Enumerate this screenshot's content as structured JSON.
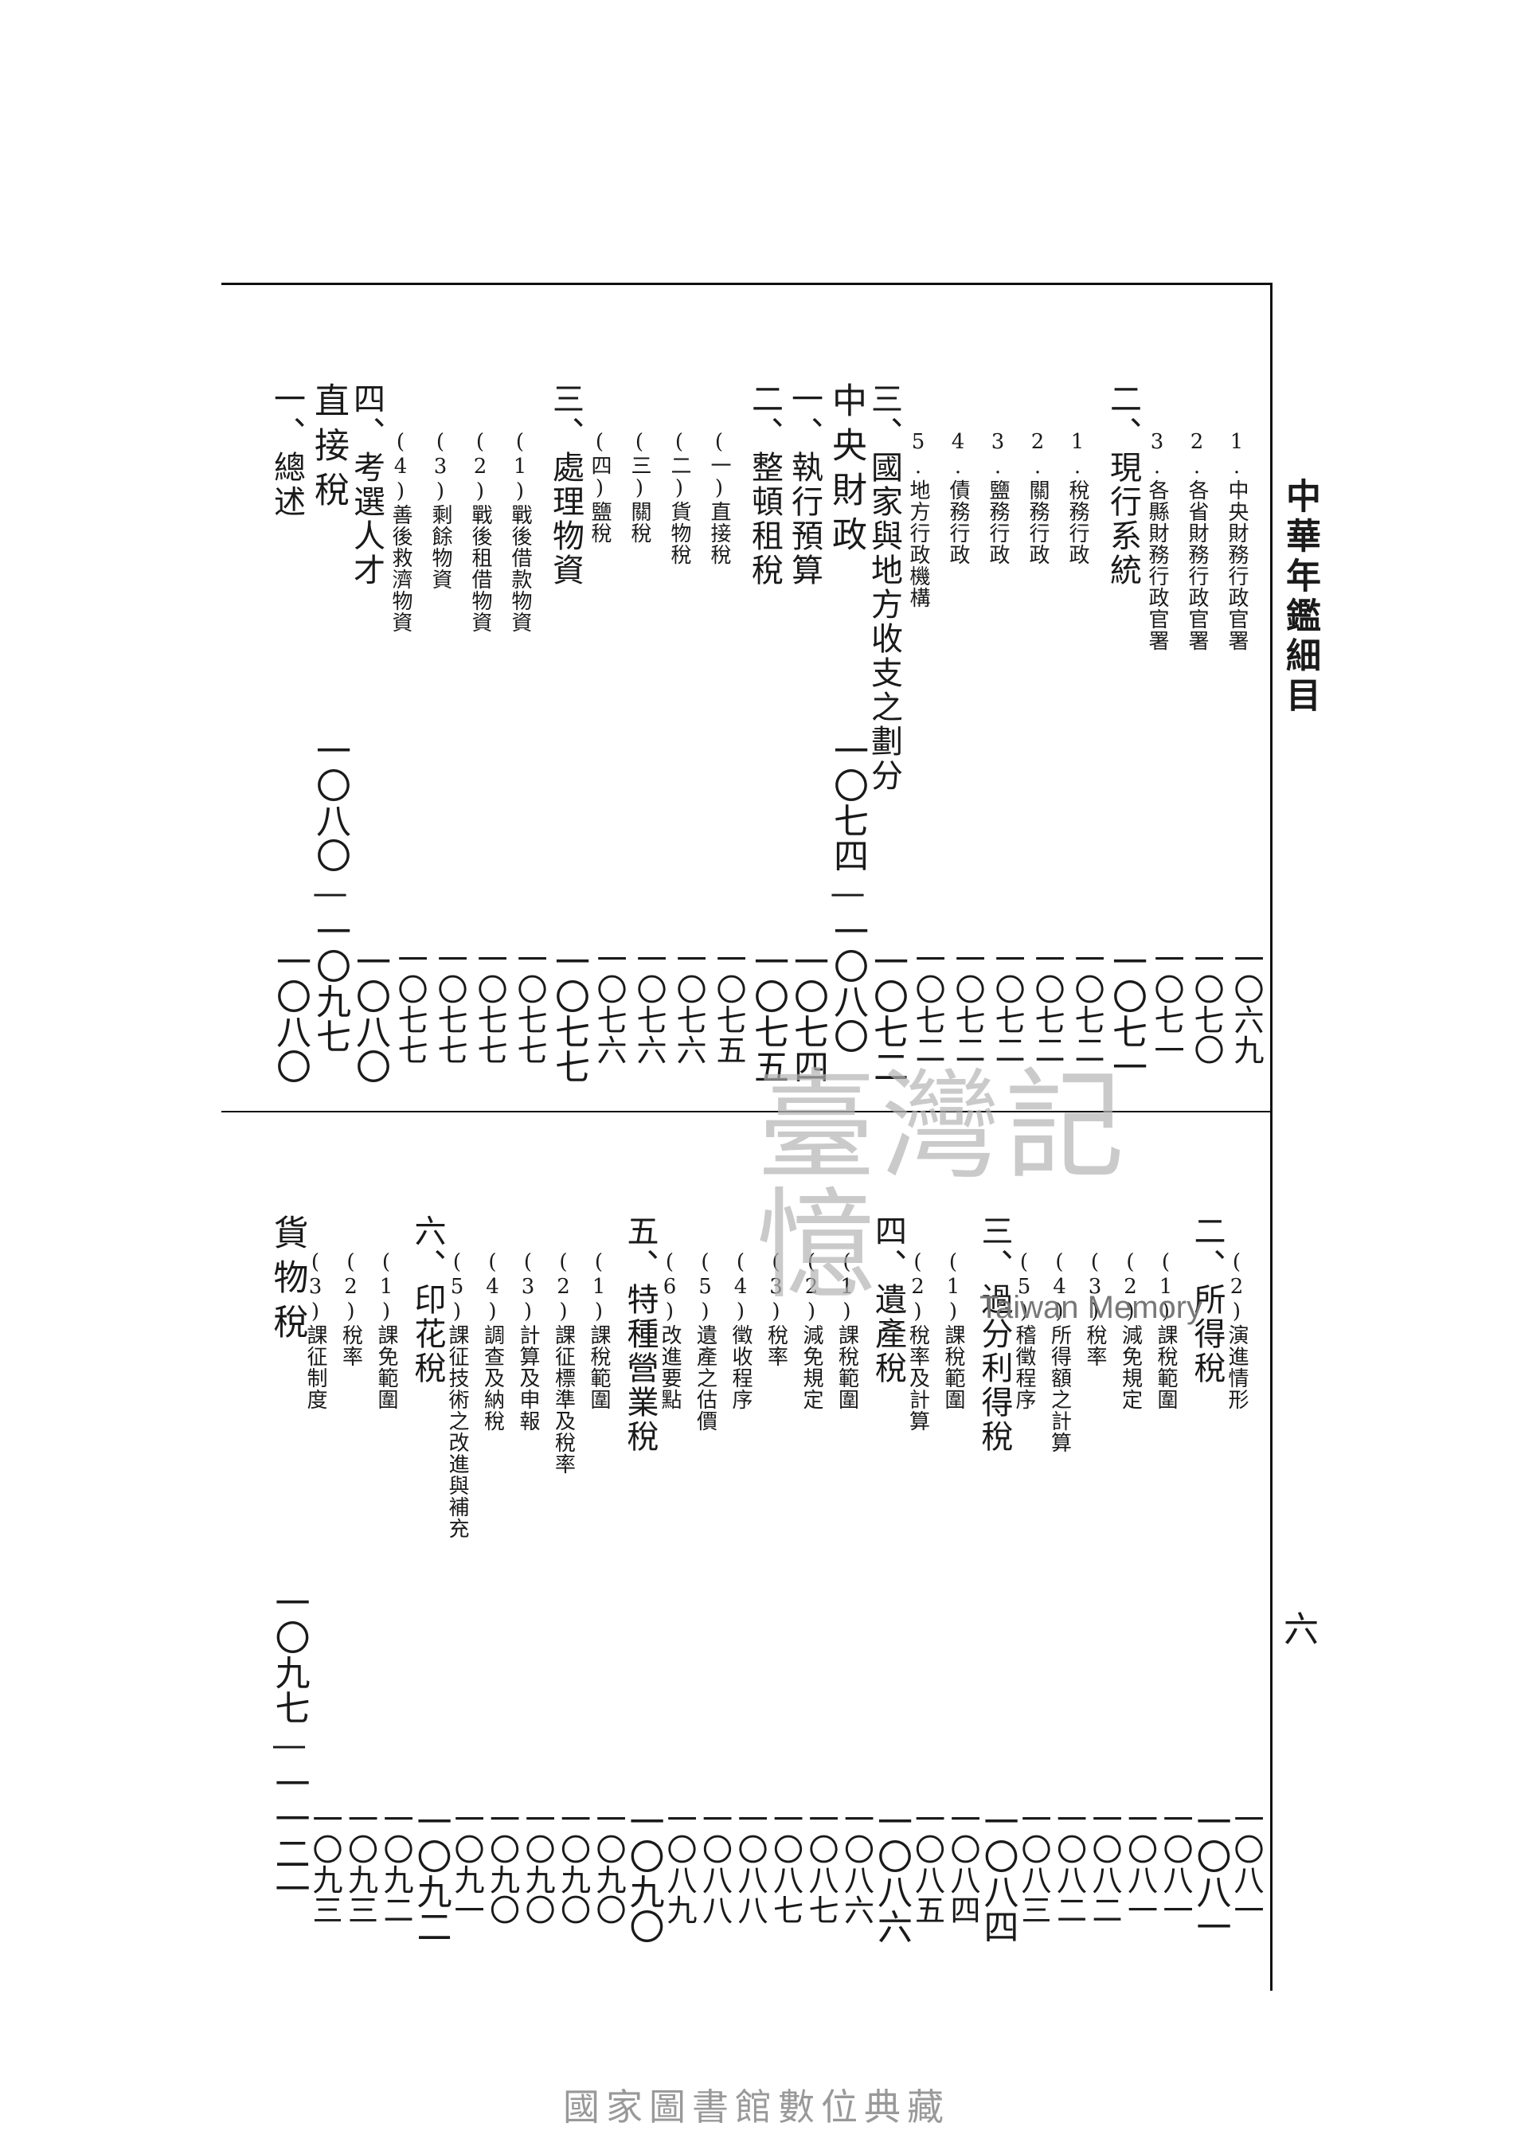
{
  "running_head": "中華年鑑細目",
  "folio": "六",
  "upper_entries": [
    {
      "text": "1.中央財務行政官署",
      "page": "一〇六九",
      "level": "sub"
    },
    {
      "text": "2.各省財務行政官署",
      "page": "一〇七〇",
      "level": "sub"
    },
    {
      "text": "3.各縣財務行政官署",
      "page": "一〇七一",
      "level": "sub"
    },
    {
      "text": "二、現行系統",
      "page": "一〇七一",
      "level": "main"
    },
    {
      "text": "1.稅務行政",
      "page": "一〇七二",
      "level": "sub"
    },
    {
      "text": "2.關務行政",
      "page": "一〇七二",
      "level": "sub"
    },
    {
      "text": "3.鹽務行政",
      "page": "一〇七二",
      "level": "sub"
    },
    {
      "text": "4.債務行政",
      "page": "一〇七二",
      "level": "sub"
    },
    {
      "text": "5.地方行政機構",
      "page": "一〇七二",
      "level": "sub"
    },
    {
      "text": "三、國家與地方收支之劃分",
      "page": "一〇七二",
      "level": "main"
    },
    {
      "text": "中央財政",
      "page": "一〇七四—一〇八〇",
      "level": "head"
    },
    {
      "text": "一、執行預算",
      "page": "一〇七四",
      "level": "main"
    },
    {
      "text": "二、整頓租稅",
      "page": "一〇七五",
      "level": "main"
    },
    {
      "text": "(一)直接稅",
      "page": "一〇七五",
      "level": "sub"
    },
    {
      "text": "(二)貨物稅",
      "page": "一〇七六",
      "level": "sub"
    },
    {
      "text": "(三)關稅",
      "page": "一〇七六",
      "level": "sub"
    },
    {
      "text": "(四)鹽稅",
      "page": "一〇七六",
      "level": "sub"
    },
    {
      "text": "三、處理物資",
      "page": "一〇七七",
      "level": "main"
    },
    {
      "text": "(1)戰後借款物資",
      "page": "一〇七七",
      "level": "sub"
    },
    {
      "text": "(2)戰後租借物資",
      "page": "一〇七七",
      "level": "sub"
    },
    {
      "text": "(3)剩餘物資",
      "page": "一〇七七",
      "level": "sub"
    },
    {
      "text": "(4)善後救濟物資",
      "page": "一〇七七",
      "level": "sub"
    },
    {
      "text": "四、考選人才",
      "page": "一〇八〇",
      "level": "main"
    },
    {
      "text": "直接稅",
      "page": "一〇八〇—一〇九七",
      "level": "head"
    },
    {
      "text": "一、總述",
      "page": "一〇八〇",
      "level": "main"
    }
  ],
  "lower_entries": [
    {
      "text": "(2)演進情形",
      "page": "一〇八一",
      "level": "sub"
    },
    {
      "text": "二、所得稅",
      "page": "一〇八一",
      "level": "main"
    },
    {
      "text": "(1)課稅範圍",
      "page": "一〇八一",
      "level": "sub"
    },
    {
      "text": "(2)減免規定",
      "page": "一〇八一",
      "level": "sub"
    },
    {
      "text": "(3)稅率",
      "page": "一〇八二",
      "level": "sub"
    },
    {
      "text": "(4)所得額之計算",
      "page": "一〇八二",
      "level": "sub"
    },
    {
      "text": "(5)稽徵程序",
      "page": "一〇八三",
      "level": "sub"
    },
    {
      "text": "三、過分利得稅",
      "page": "一〇八四",
      "level": "main"
    },
    {
      "text": "(1)課稅範圍",
      "page": "一〇八四",
      "level": "sub"
    },
    {
      "text": "(2)稅率及計算",
      "page": "一〇八五",
      "level": "sub"
    },
    {
      "text": "四、遺產稅",
      "page": "一〇八六",
      "level": "main"
    },
    {
      "text": "(1)課稅範圍",
      "page": "一〇八六",
      "level": "sub"
    },
    {
      "text": "(2)減免規定",
      "page": "一〇八七",
      "level": "sub"
    },
    {
      "text": "(3)稅率",
      "page": "一〇八七",
      "level": "sub"
    },
    {
      "text": "(4)徵收程序",
      "page": "一〇八八",
      "level": "sub"
    },
    {
      "text": "(5)遺產之估價",
      "page": "一〇八八",
      "level": "sub"
    },
    {
      "text": "(6)改進要點",
      "page": "一〇八九",
      "level": "sub"
    },
    {
      "text": "五、特種營業稅",
      "page": "一〇九〇",
      "level": "main"
    },
    {
      "text": "(1)課稅範圍",
      "page": "一〇九〇",
      "level": "sub"
    },
    {
      "text": "(2)課征標準及稅率",
      "page": "一〇九〇",
      "level": "sub"
    },
    {
      "text": "(3)計算及申報",
      "page": "一〇九〇",
      "level": "sub"
    },
    {
      "text": "(4)調查及納稅",
      "page": "一〇九〇",
      "level": "sub"
    },
    {
      "text": "(5)課征技術之改進與補充",
      "page": "一〇九一",
      "level": "sub"
    },
    {
      "text": "六、印花稅",
      "page": "一〇九二",
      "level": "main"
    },
    {
      "text": "(1)課免範圍",
      "page": "一〇九二",
      "level": "sub"
    },
    {
      "text": "(2)稅率",
      "page": "一〇九三",
      "level": "sub"
    },
    {
      "text": "(3)課征制度",
      "page": "一〇九三",
      "level": "sub"
    },
    {
      "text": "貨物稅",
      "page": "一〇九七—一一二一",
      "level": "head"
    }
  ],
  "watermark": {
    "cn": "臺灣記憶",
    "en": "Taiwan Memory"
  },
  "footer": "國家圖書館數位典藏"
}
